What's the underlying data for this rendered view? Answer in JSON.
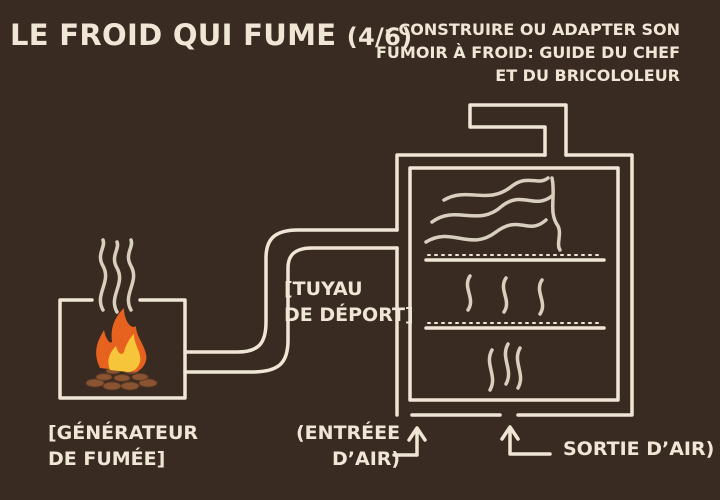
{
  "header": {
    "title": "LE FROID QUI FUME",
    "part": "(4/6)",
    "subtitle_lines": [
      "– CONSTRUIRE OU ADAPTER SON",
      "FUMOIR À FROID: GUIDE DU CHEF",
      "ET DU BRICOLOLEUR"
    ]
  },
  "labels": {
    "generator": [
      "[GÉNÉRATEUR",
      "DE FUMÉE]"
    ],
    "pipe": [
      "[TUYAU",
      "DE DÉPORT]"
    ],
    "air_in": [
      "(ENTRÉEE",
      "D’AIR)"
    ],
    "air_out": "SORTIE D’AIR)"
  },
  "colors": {
    "background": "#3a2b22",
    "line": "#efe6d6",
    "fire_orange": "#e8621f",
    "fire_yellow": "#f7c53a",
    "wood": "#8a5433",
    "smoke": "#d9cfbf"
  }
}
